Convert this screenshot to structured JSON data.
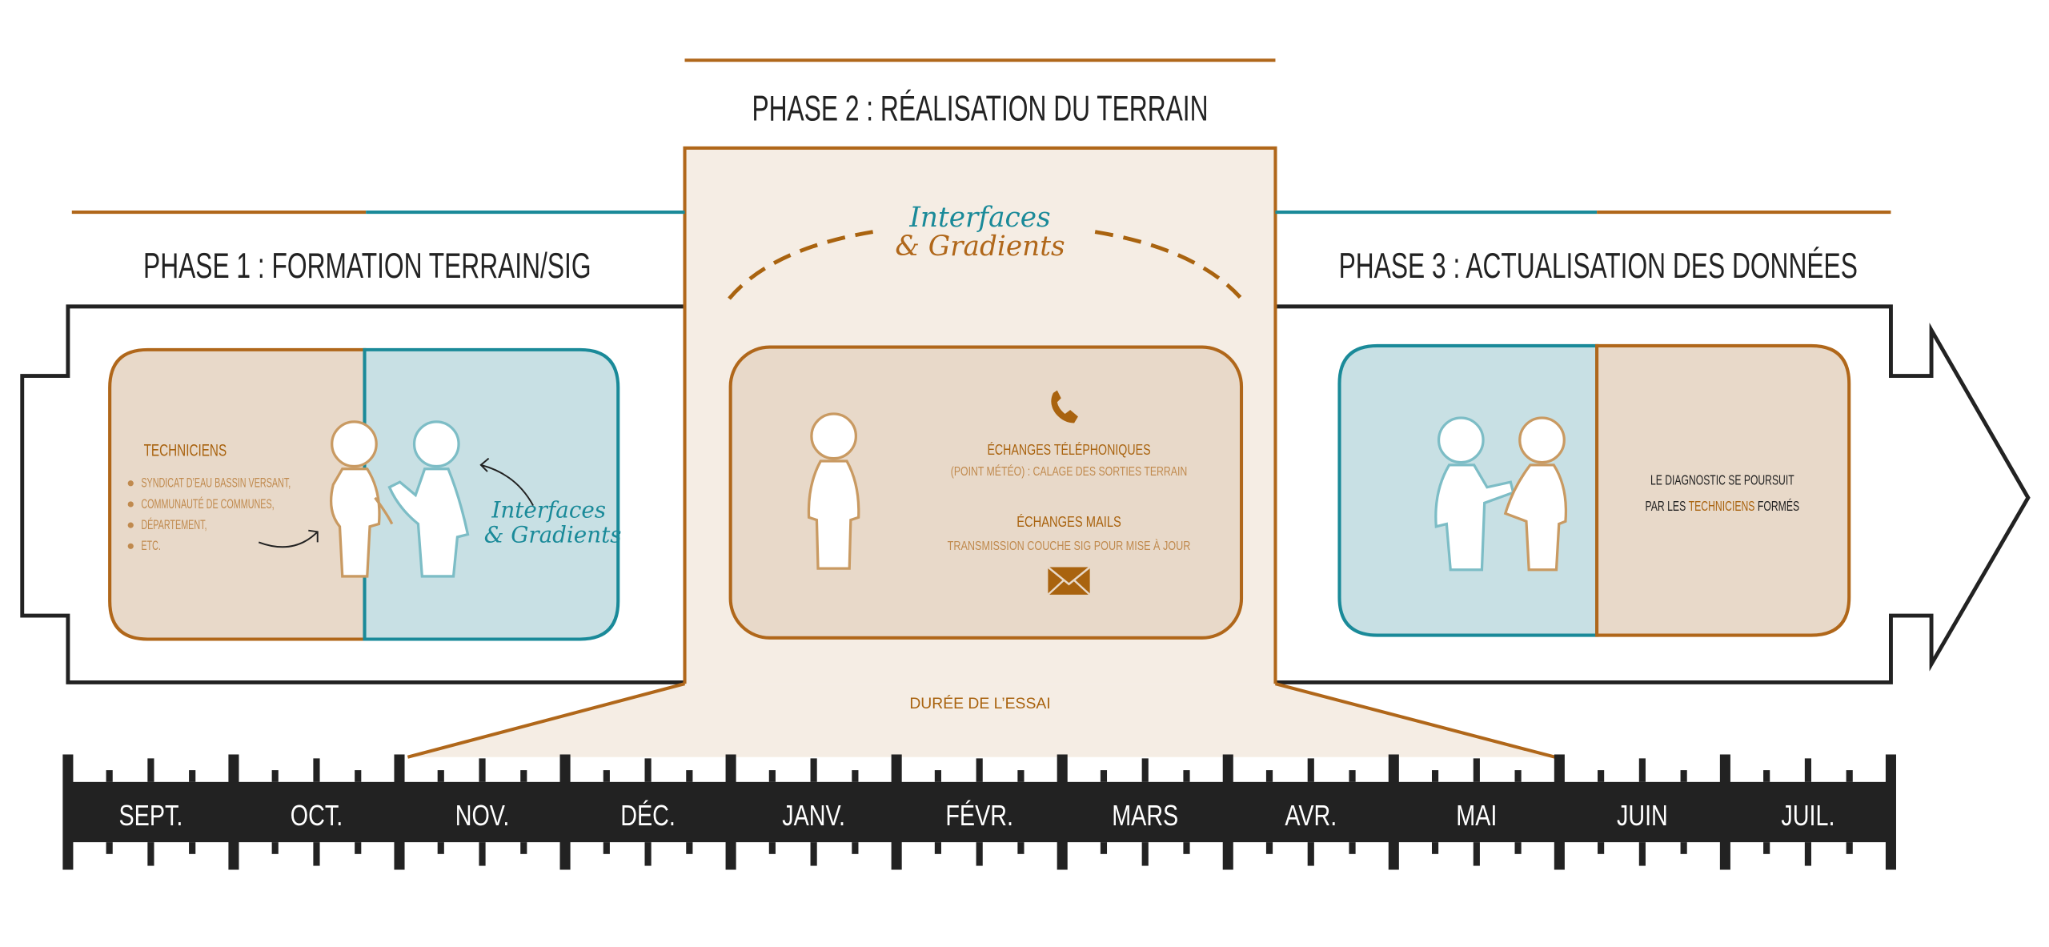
{
  "phases": {
    "phase1": {
      "title": "PHASE 1 : FORMATION TERRAIN/SIG"
    },
    "phase2": {
      "title": "PHASE 2 : RÉALISATION DU TERRAIN"
    },
    "phase3": {
      "title": "PHASE 3 : ACTUALISATION DES DONNÉES"
    }
  },
  "logo": {
    "line1": "Interfaces",
    "line2": "& Gradients"
  },
  "phase1_card": {
    "heading": "TECHNICIENS",
    "items": [
      "SYNDICAT D’EAU BASSIN VERSANT,",
      "COMMUNAUTÉ DE COMMUNES,",
      "DÉPARTEMENT,",
      "ETC."
    ]
  },
  "phase2_card": {
    "phone_title": "ÉCHANGES TÉLÉPHONIQUES",
    "phone_desc": "(POINT MÉTÉO) : CALAGE DES SORTIES TERRAIN",
    "mail_title": "ÉCHANGES MAILS",
    "mail_desc": "TRANSMISSION COUCHE SIG POUR MISE À JOUR"
  },
  "phase3_card": {
    "line1": "LE DIAGNOSTIC SE POURSUIT",
    "line2_pre": "PAR LES ",
    "line2_highlight": "TECHNICIENS",
    "line2_post": " FORMÉS"
  },
  "trial_label": "DURÉE DE L’ESSAI",
  "timeline": {
    "months": [
      "SEPT.",
      "OCT.",
      "NOV.",
      "DÉC.",
      "JANV.",
      "FÉVR.",
      "MARS",
      "AVR.",
      "MAI",
      "JUIN",
      "JUIL."
    ],
    "trial_start_month": "NOV.",
    "trial_end_month": "MAI"
  },
  "colors": {
    "brown": "#b0671a",
    "teal": "#1a8a99",
    "beige": "#e8d9c9",
    "light_blue": "#c8e0e4",
    "phase2_bg": "#f5ede4",
    "bar": "#222222"
  }
}
